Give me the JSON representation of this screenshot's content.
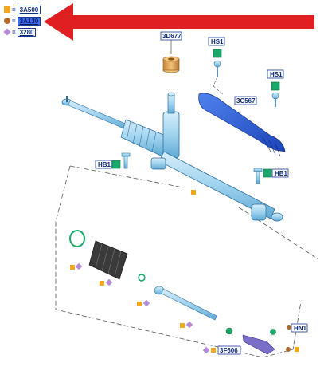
{
  "legend": [
    {
      "symbol": "square",
      "code": "3A500",
      "highlight": false
    },
    {
      "symbol": "circle",
      "code": "3A130",
      "highlight": true
    },
    {
      "symbol": "diamond",
      "code": "3280",
      "highlight": false
    }
  ],
  "legend_prefix": "=",
  "callouts": {
    "c3D677": "3D677",
    "hs1_a": "HS1",
    "hs1_b": "HS1",
    "c3C567": "3C567",
    "hb1_a": "HB1",
    "hb1_b": "HB1",
    "hn1": "HN1",
    "c3F606": "3F606"
  },
  "colors": {
    "arrow": "#e02020",
    "part_blue": "#9fd3ee",
    "part_outline": "#2a6f9e",
    "boot": "#3a3a3a",
    "bearing": "#e0a050",
    "heat_shield": "#2d5fd6",
    "square_marker": "#f2a81d",
    "diamond_marker": "#b58ad6",
    "circle_marker": "#b06a28",
    "callout_border": "#1a3a9a",
    "callout_icon": "#1aa86a"
  }
}
